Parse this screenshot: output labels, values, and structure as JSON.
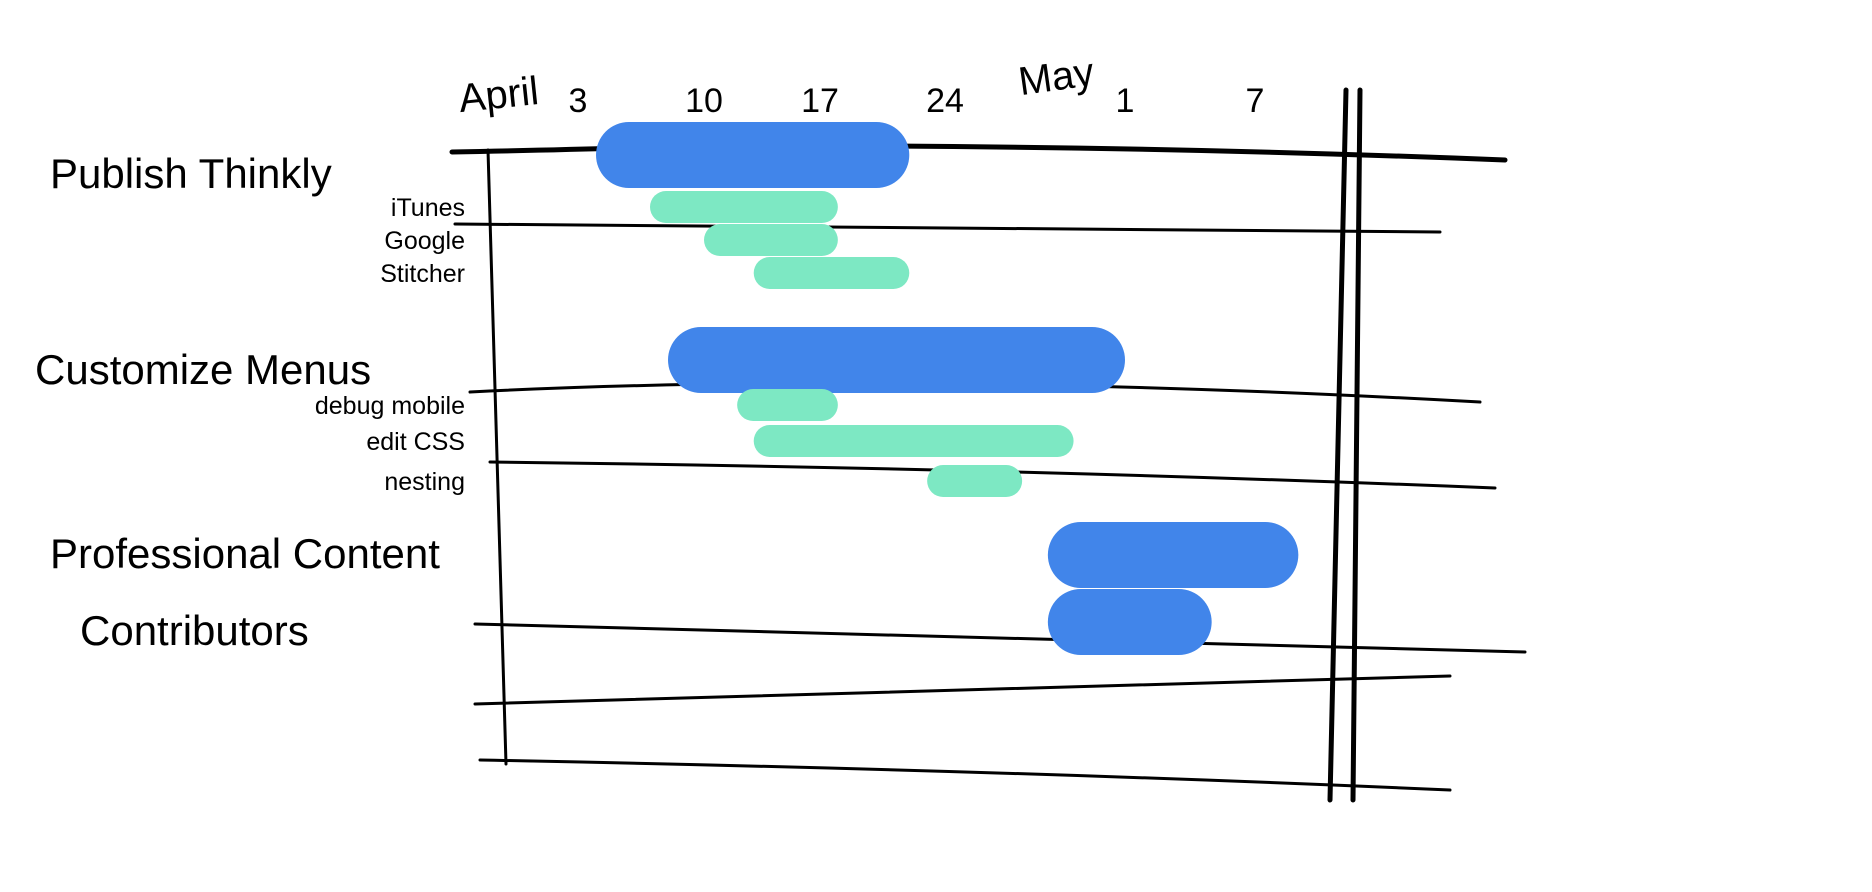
{
  "chart_data": {
    "type": "gantt",
    "title": "",
    "months": [
      {
        "label": "April",
        "month": 4
      },
      {
        "label": "May",
        "month": 5
      }
    ],
    "ticks": [
      {
        "label": "3",
        "date": "04-03"
      },
      {
        "label": "10",
        "date": "04-10"
      },
      {
        "label": "17",
        "date": "04-17"
      },
      {
        "label": "24",
        "date": "04-24"
      },
      {
        "label": "1",
        "date": "05-01"
      },
      {
        "label": "7",
        "date": "05-07"
      }
    ],
    "colors": {
      "task": "#4185ea",
      "subtask": "#7de8c3"
    },
    "tasks": [
      {
        "label": "Publish Thinkly",
        "level": "task",
        "start": "04-04",
        "end": "04-22"
      },
      {
        "label": "iTunes",
        "level": "subtask",
        "start": "04-07",
        "end": "04-18"
      },
      {
        "label": "Google",
        "level": "subtask",
        "start": "04-10",
        "end": "04-18"
      },
      {
        "label": "Stitcher",
        "level": "subtask",
        "start": "04-13",
        "end": "04-22"
      },
      {
        "label": "Customize Menus",
        "level": "task",
        "start": "04-08",
        "end": "05-01"
      },
      {
        "label": "debug mobile",
        "level": "subtask",
        "start": "04-12",
        "end": "04-18"
      },
      {
        "label": "edit CSS",
        "level": "subtask",
        "start": "04-13",
        "end": "04-29"
      },
      {
        "label": "nesting",
        "level": "subtask",
        "start": "04-23",
        "end": "04-27"
      },
      {
        "label": "Professional Content",
        "level": "task",
        "start": "04-28",
        "end": "05-09"
      },
      {
        "label": "Contributors",
        "level": "task",
        "start": "04-28",
        "end": "05-05"
      }
    ]
  }
}
